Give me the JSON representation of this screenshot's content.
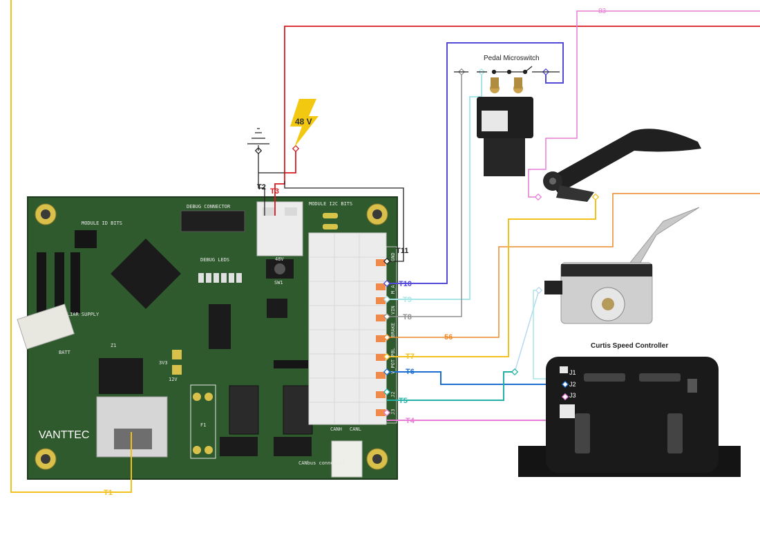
{
  "colors": {
    "t1": "#f3c01c",
    "t2": "#222222",
    "t3": "#d71920",
    "t4": "#e87bd5",
    "t5": "#21b1a6",
    "t6": "#1a6fd1",
    "t7": "#f3c01c",
    "t8": "#909090",
    "t9": "#a7e6e8",
    "t10": "#5248d9",
    "t11": "#222222",
    "w56": "#ee8a2a",
    "w83": "#e87bd5",
    "pcb": "#2f5a2d",
    "power_bolt": "#f2c811"
  },
  "terminals": {
    "t1": "T1",
    "t2": "T2",
    "t3": "T3",
    "t4": "T4",
    "t5": "T5",
    "t6": "T6",
    "t7": "T7",
    "t8": "T8",
    "t9": "T9",
    "t10": "T10",
    "t11": "T11"
  },
  "wires": {
    "w56": "56",
    "w83": "83"
  },
  "power": {
    "voltage": "48 V"
  },
  "switch": {
    "label": "Pedal Microswitch"
  },
  "controller": {
    "title": "Curtis Speed Controller",
    "j1": "J1",
    "j2": "J2",
    "j3": "J3"
  },
  "pcb": {
    "debug_connector": "DEBUG CONNECTOR",
    "module_i2c_bits": "MODULE I2C BITS",
    "module_id_bits": "MODULE ID BITS",
    "debug_leds": "DEBUG LEDS",
    "auxiliar_supply": "AUXILIAR SUPPLY",
    "batt": "BATT",
    "sw1": "SW1",
    "f1": "F1",
    "canh": "CANH",
    "canl": "CANL",
    "canbus_connector": "CANbus connector",
    "brand": "VANTTEC",
    "v48": "48V",
    "v3v3": "3V3",
    "v12": "12V",
    "z1": "Z1",
    "terminal_labels": [
      "GND",
      "M_A",
      "VIN",
      "BRAKE",
      "PBL",
      "V_POT",
      "J2",
      "J3"
    ]
  }
}
